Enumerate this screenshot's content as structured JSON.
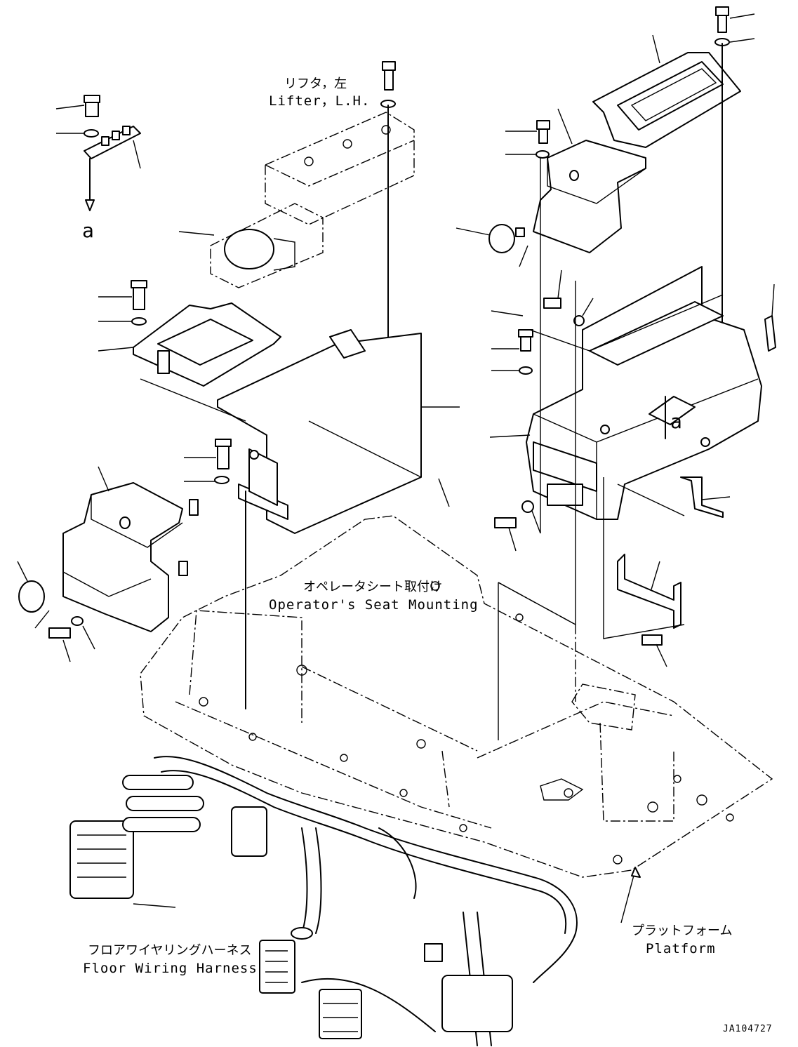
{
  "labels": {
    "lifter_jp": "リフタ，左",
    "lifter_en": "Lifter，L.H.",
    "seat_jp": "オペレータシート取付け",
    "seat_en": "Operator's Seat Mounting",
    "platform_jp": "プラットフォーム",
    "platform_en": "Platform",
    "harness_jp": "フロアワイヤリングハーネス",
    "harness_en": "Floor Wiring Harness",
    "ref_a_top": "a",
    "ref_a_bracket": "a",
    "drawing_no": "JA104727"
  }
}
